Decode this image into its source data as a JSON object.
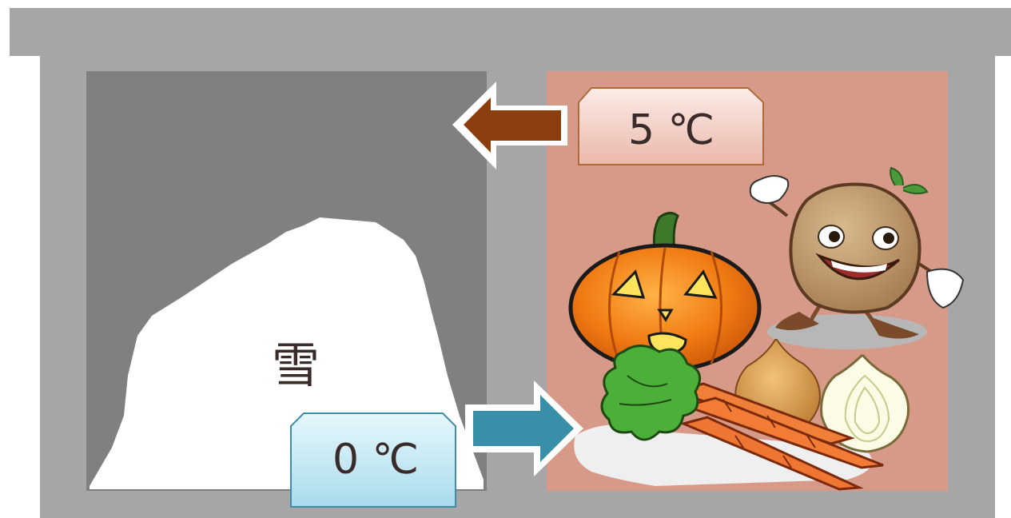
{
  "snow_room": {
    "label": "雪",
    "temperature": "0 ℃"
  },
  "storage_room": {
    "temperature": "5 ℃"
  },
  "icons": {
    "cold_flow": "arrow-right-icon",
    "warm_flow": "arrow-left-icon"
  },
  "colors": {
    "roof": "#a6a6a6",
    "building": "#a6a6a6",
    "snow_room_bg": "#808080",
    "storage_room_bg": "#d89a88",
    "snow": "#ffffff",
    "cold_arrow": "#3a8fa8",
    "warm_arrow": "#8b3f0e",
    "cold_label_bg": "#cdeef7",
    "warm_label_bg": "#f6ddd6"
  }
}
